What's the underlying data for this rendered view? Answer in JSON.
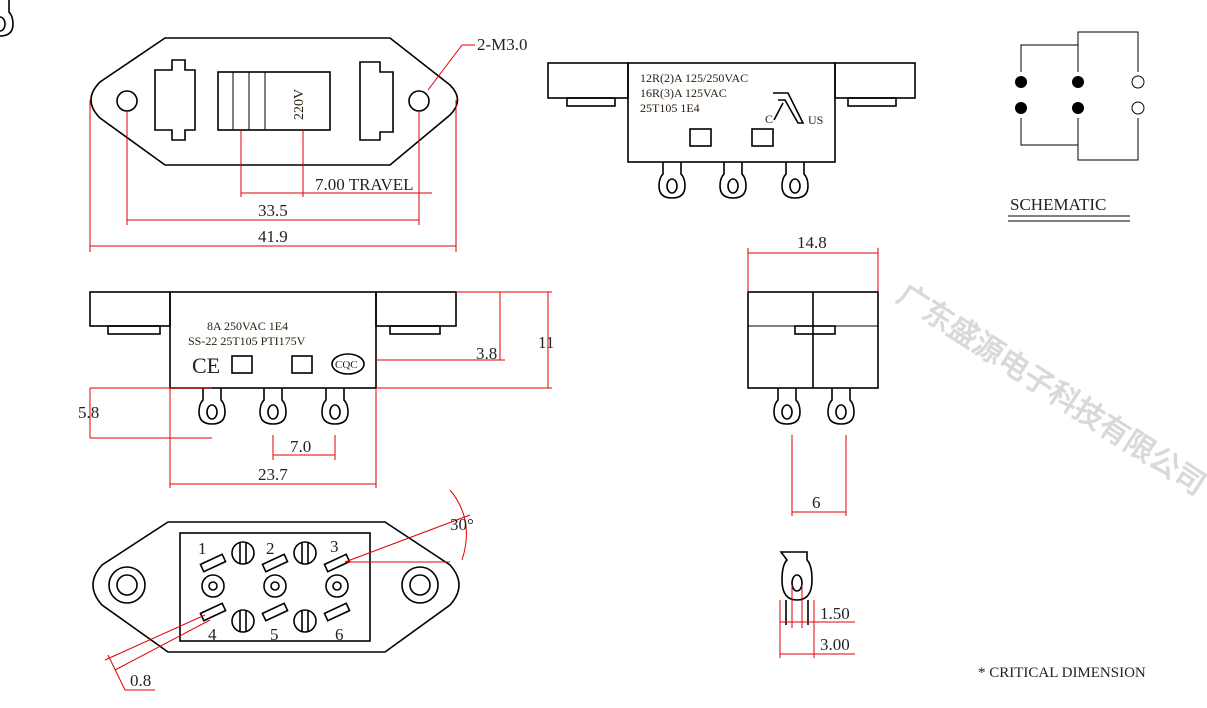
{
  "watermark": "广东盛源电子科技有限公司",
  "top_view": {
    "rating_label": "220V",
    "travel": "7.00 TRAVEL",
    "hole_span": "33.5",
    "overall": "41.9",
    "hole_callout": "2-M3.0"
  },
  "front_view": {
    "line1": "12R(2)A 125/250VAC",
    "line2": "16R(3)A 125VAC",
    "line3": "25T105 1E4",
    "cert_c": "C",
    "cert_us": "US"
  },
  "schematic": {
    "title": "SCHEMATIC"
  },
  "side_view": {
    "line1": "8A 250VAC 1E4",
    "line2": "SS-22 25T105 PTI175V",
    "ce": "CE",
    "cqc": "CQC",
    "height": "11",
    "flange": "3.8",
    "terminal": "5.8",
    "pitch": "7.0",
    "body_width": "23.7"
  },
  "end_view": {
    "width": "14.8",
    "pitch": "6"
  },
  "bottom_view": {
    "pins": [
      "1",
      "2",
      "3",
      "4",
      "5",
      "6"
    ],
    "angle": "30°",
    "thickness": "0.8"
  },
  "terminal_detail": {
    "hole": "1.50",
    "width": "3.00"
  },
  "note": "* CRITICAL  DIMENSION",
  "colors": {
    "dimension": "#e00000",
    "outline": "#000000"
  }
}
